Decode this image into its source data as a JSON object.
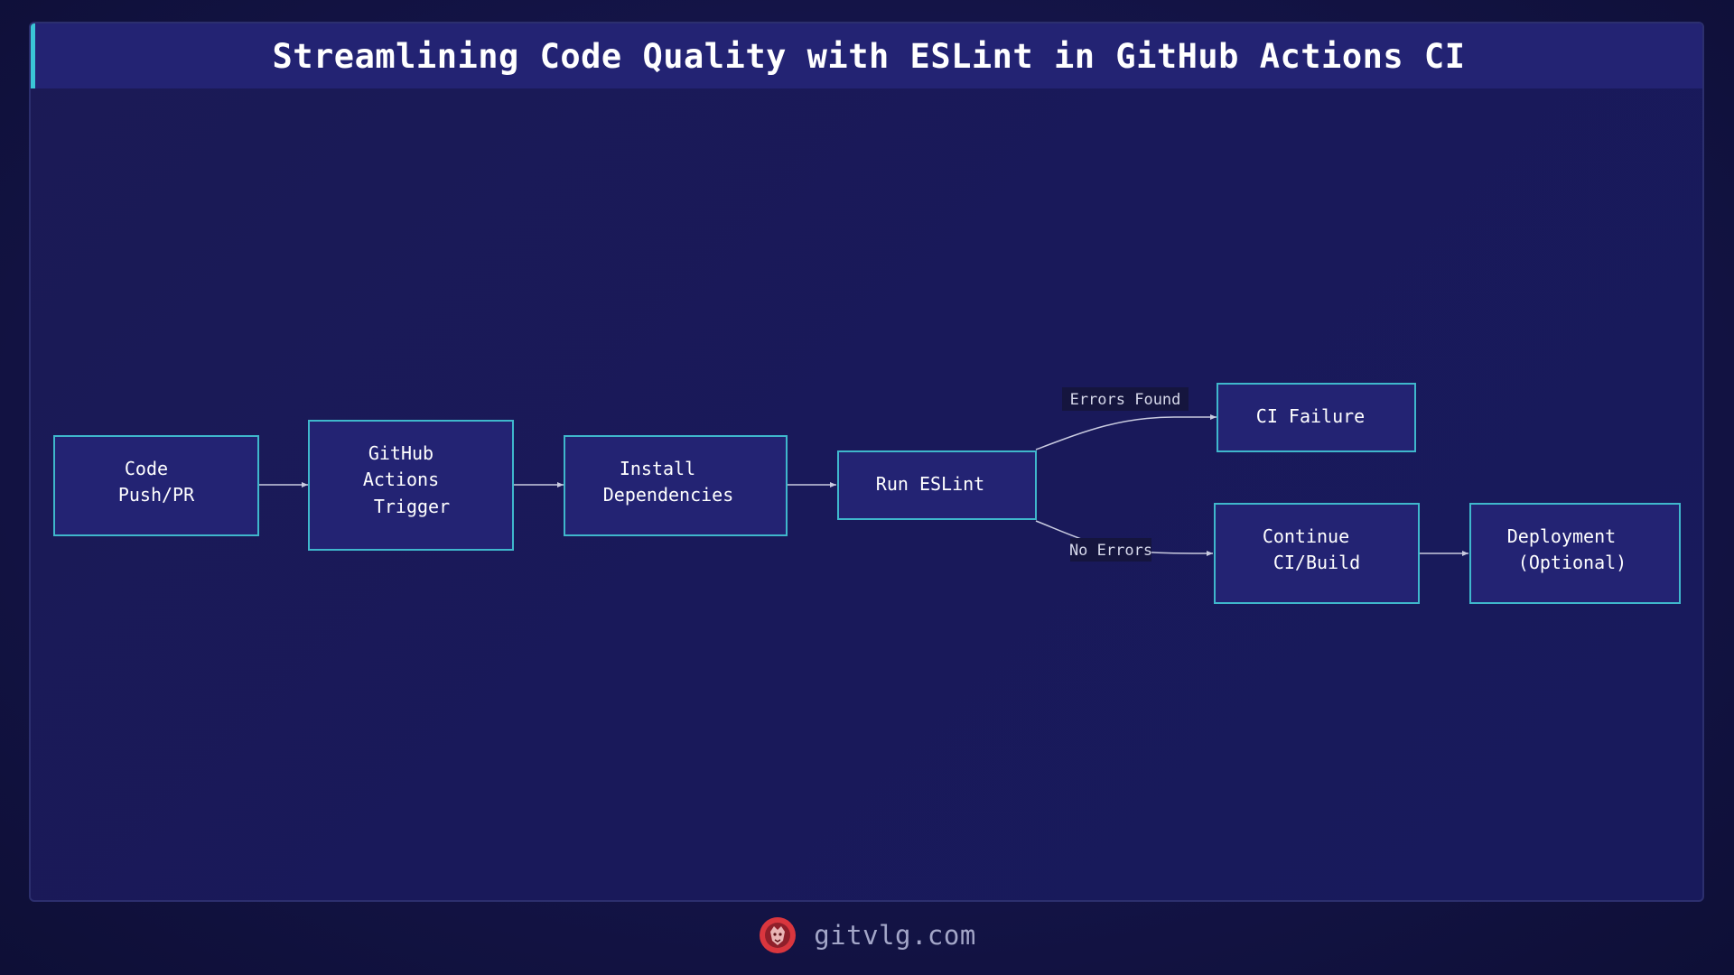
{
  "title": "Streamlining Code Quality with ESLint in GitHub Actions CI",
  "nodes": [
    {
      "id": "code_push",
      "lines": [
        "Code",
        "Push/PR"
      ]
    },
    {
      "id": "gh_trigger",
      "lines": [
        "GitHub",
        "Actions",
        "Trigger"
      ]
    },
    {
      "id": "install_deps",
      "lines": [
        "Install",
        "Dependencies"
      ]
    },
    {
      "id": "run_eslint",
      "lines": [
        "Run ESLint"
      ]
    },
    {
      "id": "ci_failure",
      "lines": [
        "CI Failure"
      ]
    },
    {
      "id": "continue_build",
      "lines": [
        "Continue",
        "CI/Build"
      ]
    },
    {
      "id": "deployment",
      "lines": [
        "Deployment",
        "(Optional)"
      ]
    }
  ],
  "edges": [
    {
      "from": "code_push",
      "to": "gh_trigger",
      "label": ""
    },
    {
      "from": "gh_trigger",
      "to": "install_deps",
      "label": ""
    },
    {
      "from": "install_deps",
      "to": "run_eslint",
      "label": ""
    },
    {
      "from": "run_eslint",
      "to": "ci_failure",
      "label": "Errors Found"
    },
    {
      "from": "run_eslint",
      "to": "continue_build",
      "label": "No Errors"
    },
    {
      "from": "continue_build",
      "to": "deployment",
      "label": ""
    }
  ],
  "footer": {
    "site": "gitvlg.com",
    "logo_icon": "lion-head-icon"
  },
  "colors": {
    "node_fill": "#232373",
    "node_stroke": "#3fb7cc",
    "accent": "#3ac5d6",
    "logo": "#d9363e"
  }
}
